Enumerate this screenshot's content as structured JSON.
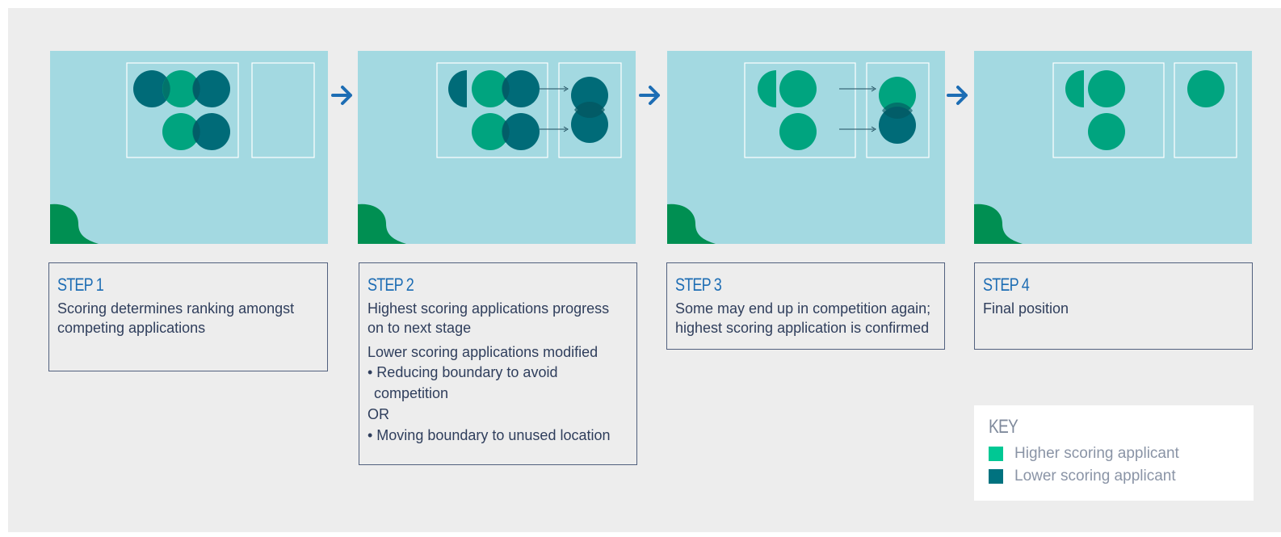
{
  "colors": {
    "background": "#ededed",
    "panel": "#a3d9e1",
    "higher": "#00a47f",
    "lower": "#006b78",
    "land": "#008f52",
    "arrow": "#1d6db4",
    "step_title": "#1d6db4",
    "body_text": "#2f3e5c"
  },
  "steps": [
    {
      "title": "STEP 1",
      "lines": [
        "Scoring determines ranking amongst competing applications"
      ]
    },
    {
      "title": "STEP 2",
      "lines": [
        "Highest scoring applications progress on to next stage",
        "Lower scoring applications modified"
      ],
      "bullet1": "• Reducing boundary to avoid competition",
      "or": "OR",
      "bullet2": "• Moving boundary to unused location"
    },
    {
      "title": "STEP 3",
      "lines": [
        "Some may end up in competition again; highest scoring application is confirmed"
      ]
    },
    {
      "title": "STEP 4",
      "lines": [
        "Final position"
      ]
    }
  ],
  "key": {
    "title": "KEY",
    "items": [
      {
        "label": "Higher scoring applicant",
        "color": "#00c894"
      },
      {
        "label": "Lower scoring applicant",
        "color": "#00727f"
      }
    ]
  }
}
